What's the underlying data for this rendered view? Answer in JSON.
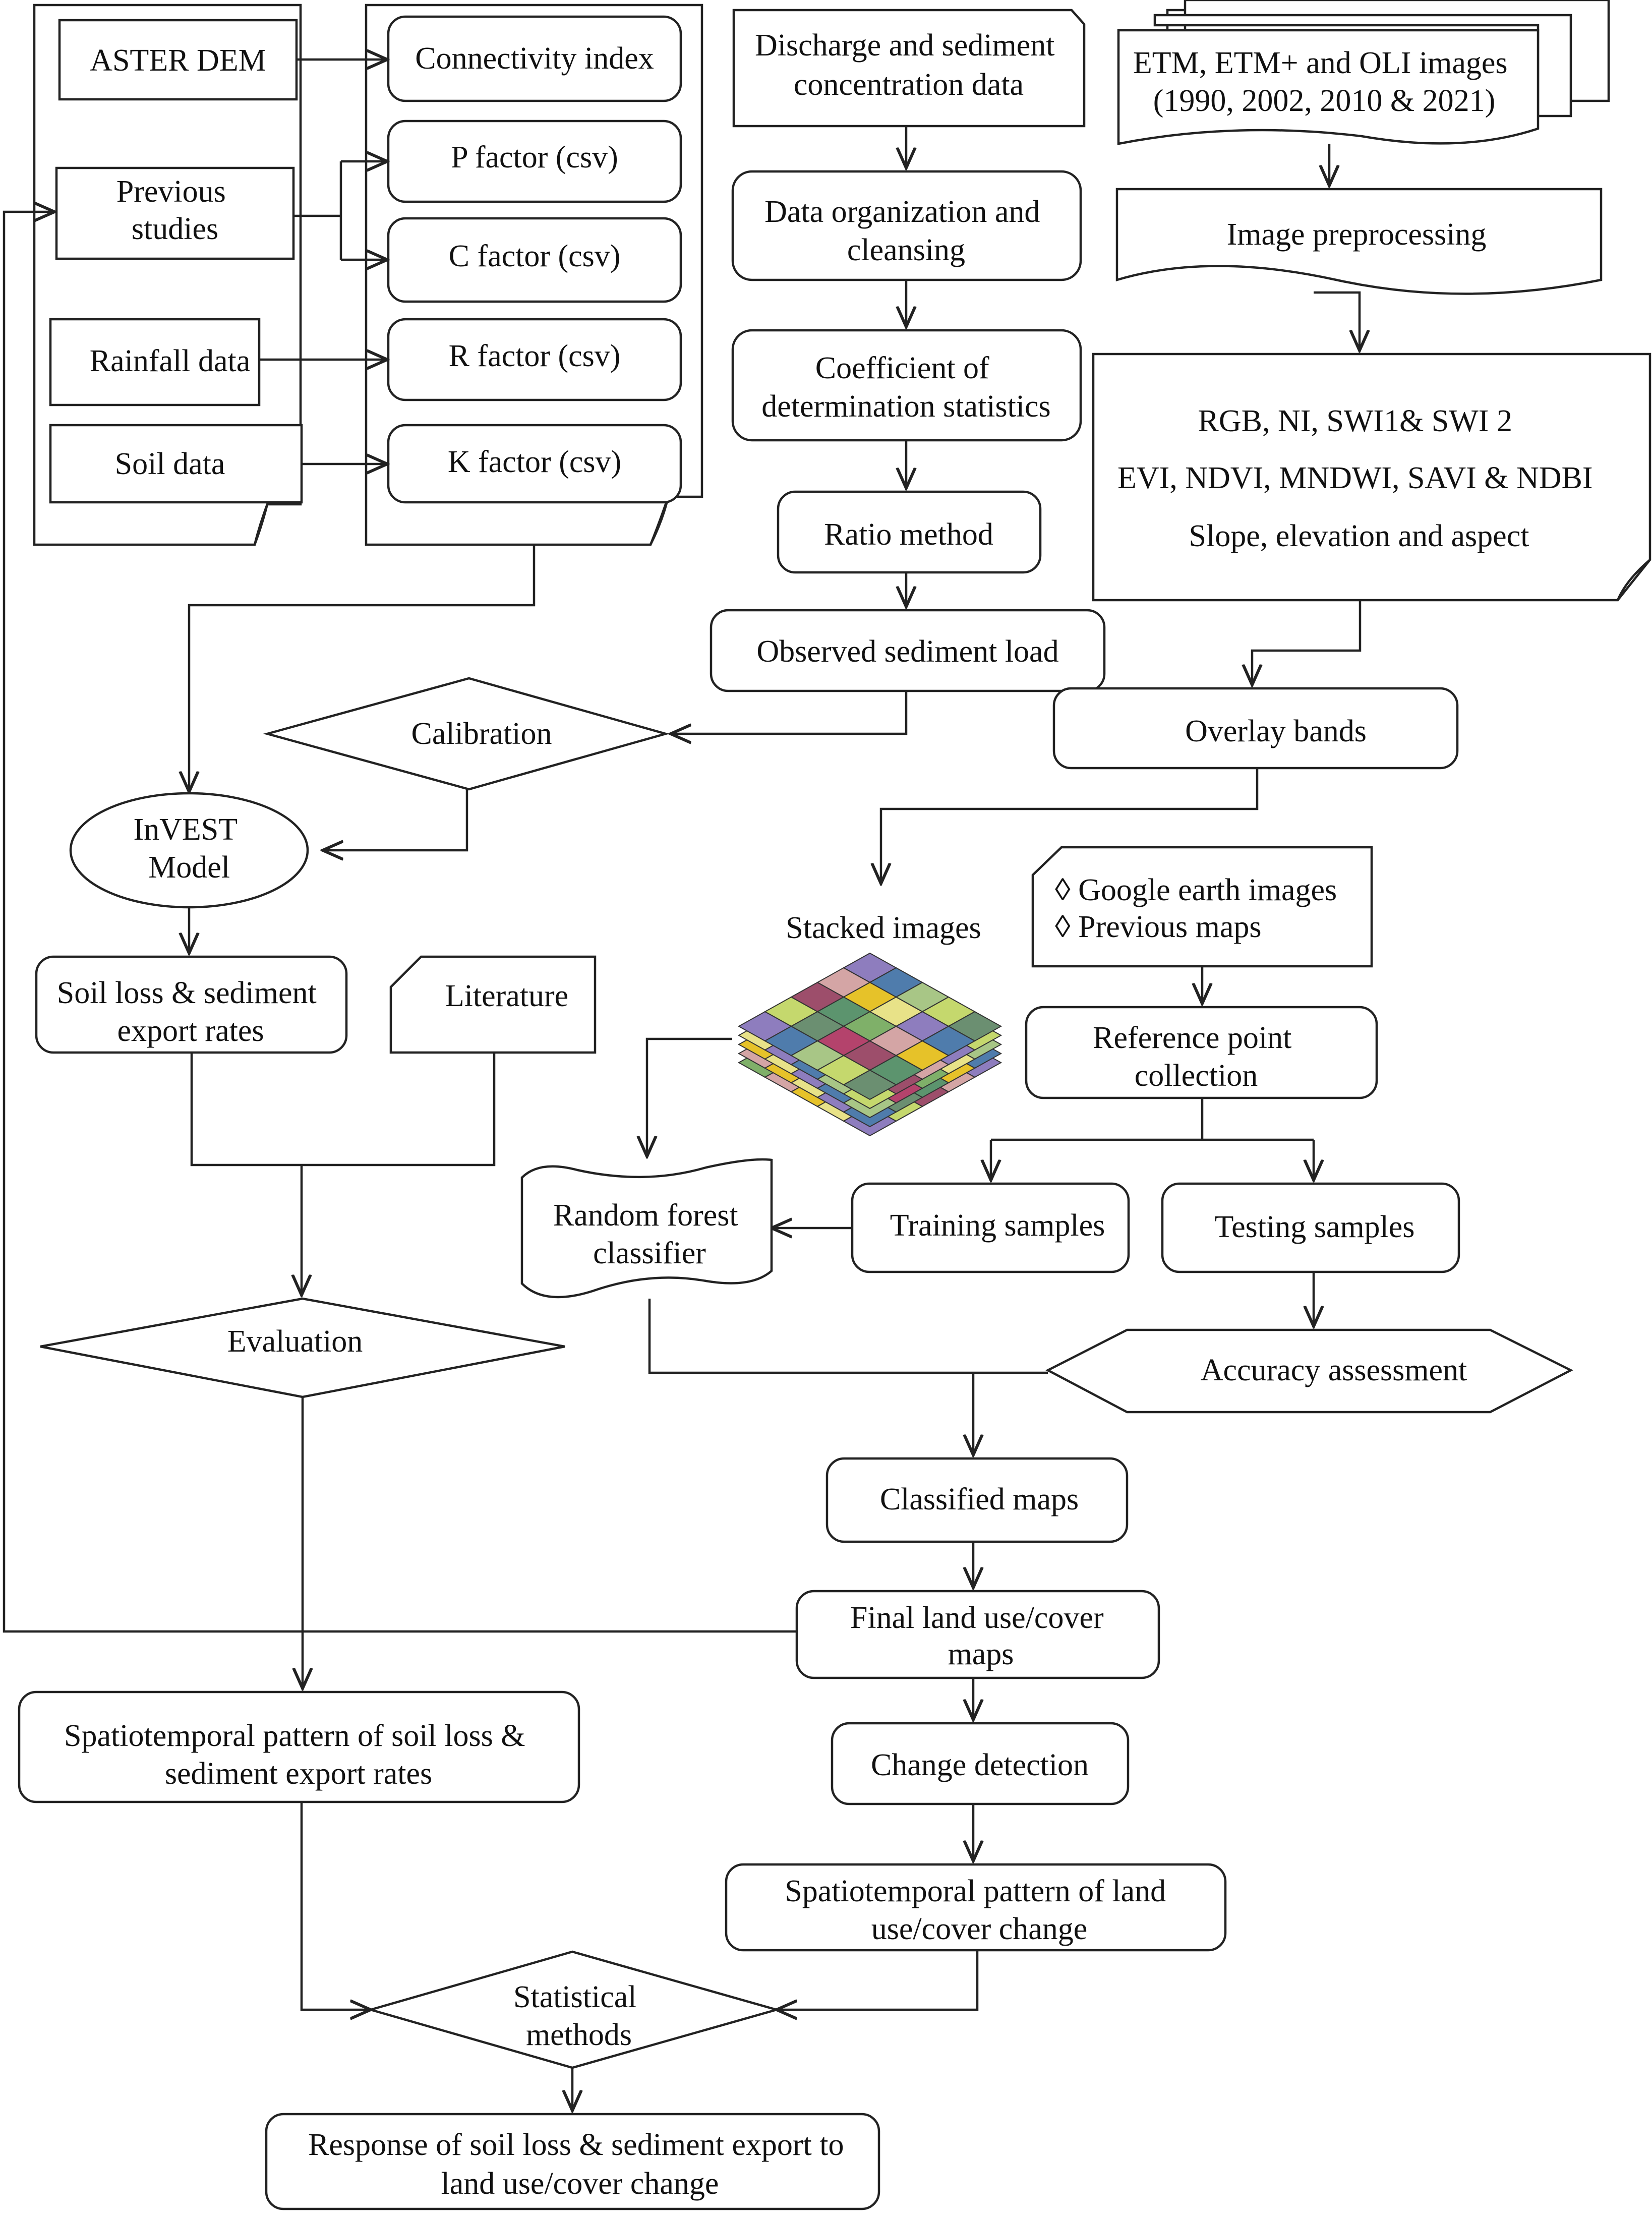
{
  "inputs": {
    "aster_dem": "ASTER DEM",
    "previous_studies": [
      "Previous",
      "studies"
    ],
    "rainfall_data": "Rainfall data",
    "soil_data": "Soil data"
  },
  "factors": {
    "connectivity_index": "Connectivity index",
    "p_factor": "P factor (csv)",
    "c_factor": "C factor (csv)",
    "r_factor": "R factor (csv)",
    "k_factor": "K factor (csv)"
  },
  "sediment": {
    "discharge_data": [
      "Discharge and sediment",
      "concentration data"
    ],
    "data_organization": [
      "Data organization and",
      "cleansing"
    ],
    "coefficient": [
      "Coefficient of",
      "determination statistics"
    ],
    "ratio_method": "Ratio method",
    "observed_load": "Observed sediment load",
    "calibration": "Calibration",
    "invest_model": [
      "InVEST",
      "Model"
    ]
  },
  "landcover": {
    "etm_images": [
      "ETM, ETM+ and OLI images",
      "(1990, 2002, 2010 & 2021)"
    ],
    "image_preprocessing": "Image preprocessing",
    "bands": [
      "RGB, NI, SWI1& SWI 2",
      "EVI, NDVI, MNDWI, SAVI & NDBI",
      "Slope, elevation and aspect"
    ],
    "overlay_bands": "Overlay bands",
    "stacked_images": "Stacked images",
    "google_earth": [
      "◊ Google earth images",
      "◊ Previous maps"
    ],
    "reference_point": [
      "Reference point",
      "collection"
    ],
    "training_samples": "Training samples",
    "testing_samples": "Testing samples",
    "random_forest": [
      "Random forest",
      "classifier"
    ],
    "accuracy_assessment": "Accuracy assessment",
    "classified_maps": "Classified maps",
    "final_maps": [
      "Final land use/cover",
      "maps"
    ],
    "change_detection": "Change detection",
    "lulc_pattern": [
      "Spatiotemporal pattern of land",
      "use/cover change"
    ]
  },
  "evaluation": {
    "soil_loss_rates": [
      "Soil loss & sediment",
      "export rates"
    ],
    "literature": "Literature",
    "evaluation": "Evaluation",
    "soil_pattern": [
      "Spatiotemporal pattern of soil loss &",
      "sediment export rates"
    ]
  },
  "outputs": {
    "statistical_methods": [
      "Statistical",
      "methods"
    ],
    "response": [
      "Response of soil loss & sediment export to",
      "land use/cover change"
    ]
  },
  "stack_colors": [
    "#7fb069",
    "#c5d86d",
    "#e6c229",
    "#b4436c",
    "#8e7dbe",
    "#5c946e",
    "#a8c686",
    "#d4a5a5",
    "#6b8f71",
    "#e8e288",
    "#9d4e6b",
    "#4f7cac"
  ]
}
